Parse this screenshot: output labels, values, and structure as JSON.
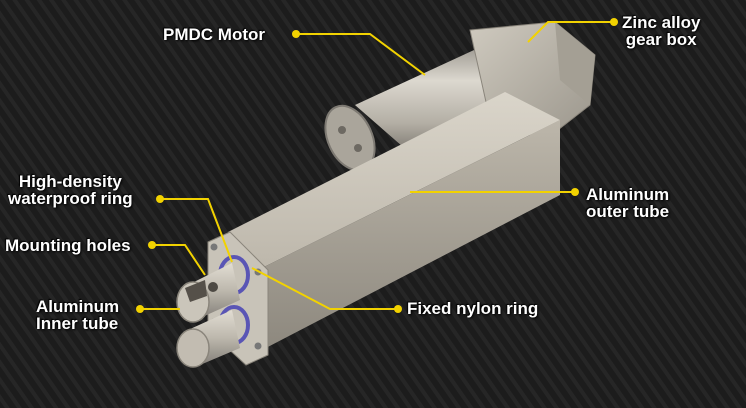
{
  "colors": {
    "background": "#1d1d1d",
    "stripe": "#2a2a2a",
    "callout": "#f2d200",
    "label_text": "#ffffff",
    "aluminum_light": "#d6d1c6",
    "aluminum_mid": "#b4aea2",
    "aluminum_dark": "#8a857b",
    "oring": "#5a55b5"
  },
  "labels": {
    "pmdc_motor": "PMDC Motor",
    "gear_box_line1": "Zinc alloy",
    "gear_box_line2": "gear box",
    "waterproof_line1": "High-density",
    "waterproof_line2": "waterproof ring",
    "outer_tube_line1": "Aluminum",
    "outer_tube_line2": "outer tube",
    "mounting_holes": "Mounting holes",
    "inner_tube_line1": "Aluminum",
    "inner_tube_line2": "Inner tube",
    "nylon_ring": "Fixed nylon ring"
  }
}
